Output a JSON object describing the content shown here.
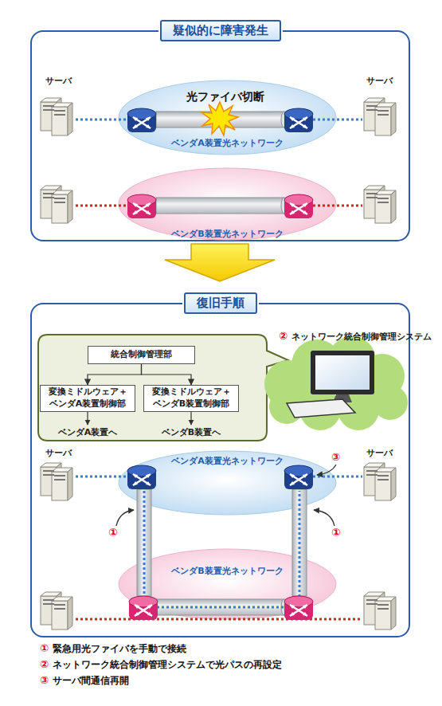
{
  "diagram": {
    "nodes": [
      {
        "text": [
          "疑似的に障害発生"
        ]
      },
      {
        "text": [
          "ベンダA装置光ネットワーク"
        ],
        "in": 0
      },
      {
        "text": [
          "ベンダB装置光ネットワーク"
        ],
        "in": 0
      },
      {
        "text": [
          "復旧手順"
        ]
      },
      {
        "text": [
          "統合制御管理部"
        ],
        "in": 3
      },
      {
        "text": [
          "変換ミドルウェア＋ ベンダA装置制御部"
        ],
        "in": 3
      },
      {
        "text": [
          "変換ミドルウェア＋ ベンダB装置制御部"
        ],
        "in": 3
      },
      {
        "text": [
          "ベンダA装置光ネットワーク"
        ],
        "in": 3
      },
      {
        "text": [
          "ベンダB装置光ネットワーク"
        ],
        "in": 3
      }
    ],
    "edges": [
      {
        "from": 4,
        "to": 5,
        "arrow": "to"
      },
      {
        "from": 4,
        "to": 6,
        "arrow": "to"
      }
    ],
    "labels": [
      "サーバ",
      "サーバ",
      "光ファイバ切断",
      "②",
      "ネットワーク統合制御管理システム",
      "ベンダA装置へ",
      "ベンダB装置へ",
      "サーバ",
      "③",
      "サーバ",
      "①",
      "①",
      "①",
      "緊急用光ファイバを手動で接続",
      "②",
      "ネットワーク統合制御管理システムで光パスの再設定",
      "③",
      "サーバ間通信再開"
    ]
  }
}
